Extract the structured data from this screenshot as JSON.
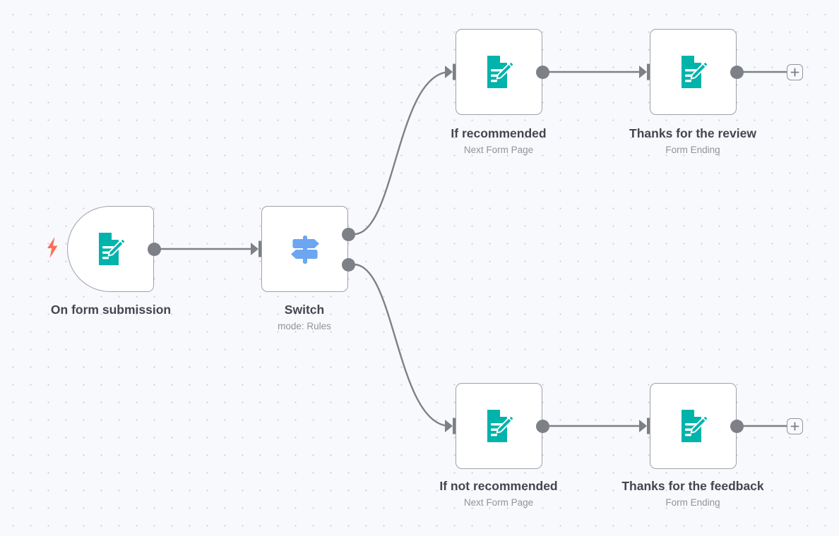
{
  "canvas": {
    "name": "workflow-canvas",
    "background_color": "#f8f9fc",
    "grid_dot_color": "#c9cbd6",
    "grid_spacing": 25
  },
  "colors": {
    "form_icon_teal": "#00b3ab",
    "switch_icon_blue": "#6ca6f0",
    "node_border": "#9ea1a8",
    "connector": "#7d8086",
    "title_text": "#444552",
    "subtitle_text": "#909399",
    "trigger_bolt": "#ff6d5a"
  },
  "nodes": [
    {
      "id": "on-form-submission",
      "title": "On form submission",
      "subtitle": "",
      "icon": "form-document-pencil-icon",
      "type": "trigger",
      "has_bolt": true
    },
    {
      "id": "switch",
      "title": "Switch",
      "subtitle": "mode: Rules",
      "icon": "signpost-icon",
      "type": "switch",
      "outputs": 2
    },
    {
      "id": "if-recommended",
      "title": "If recommended",
      "subtitle": "Next Form Page",
      "icon": "form-document-pencil-icon",
      "type": "action"
    },
    {
      "id": "thanks-for-the-review",
      "title": "Thanks for the review",
      "subtitle": "Form Ending",
      "icon": "form-document-pencil-icon",
      "type": "action"
    },
    {
      "id": "if-not-recommended",
      "title": "If not recommended",
      "subtitle": "Next Form Page",
      "icon": "form-document-pencil-icon",
      "type": "action"
    },
    {
      "id": "thanks-for-the-feedback",
      "title": "Thanks for the feedback",
      "subtitle": "Form Ending",
      "icon": "form-document-pencil-icon",
      "type": "action"
    }
  ],
  "add_buttons": [
    {
      "id": "add-node-top",
      "label": "+"
    },
    {
      "id": "add-node-bottom",
      "label": "+"
    }
  ]
}
